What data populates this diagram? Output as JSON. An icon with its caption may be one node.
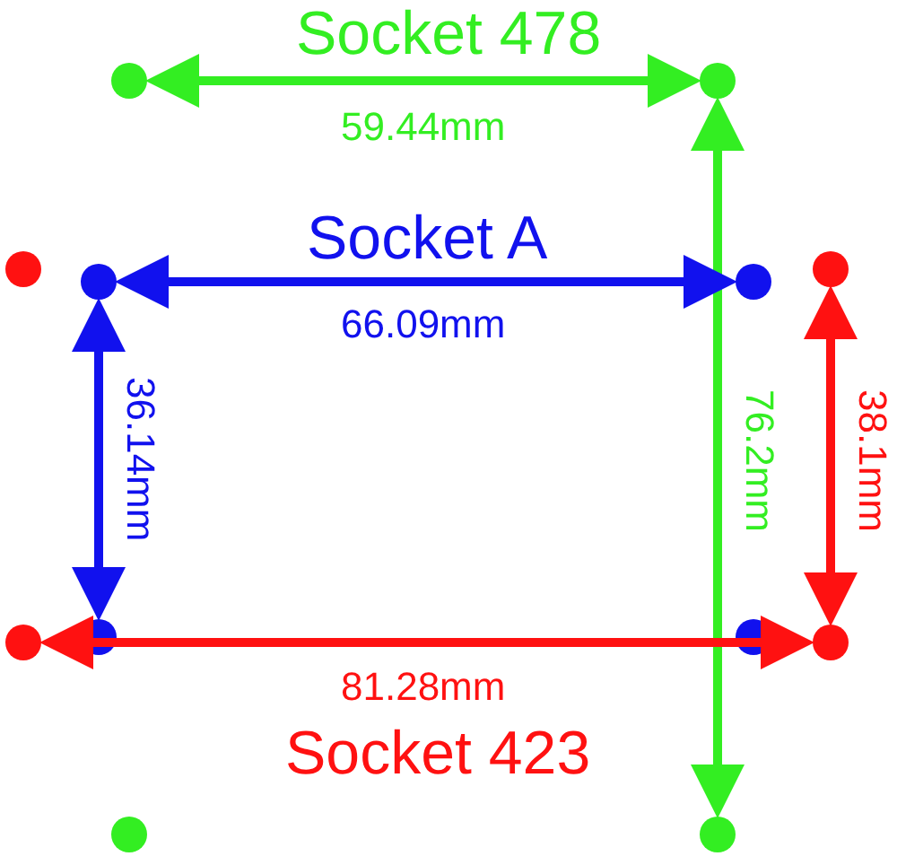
{
  "diagram": {
    "labels": [
      "Socket 478",
      "59.44mm",
      "Socket A",
      "66.09mm",
      "36.14mm",
      "76.2mm",
      "38.1mm",
      "81.28mm",
      "Socket 423"
    ]
  }
}
